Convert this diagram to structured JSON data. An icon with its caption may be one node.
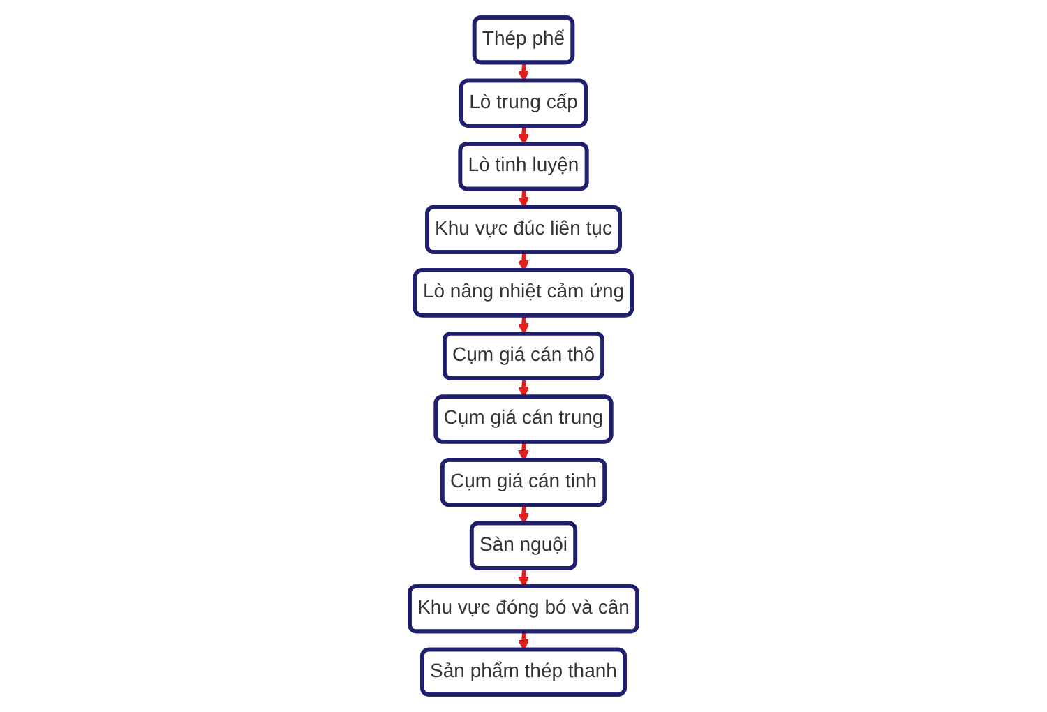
{
  "diagram": {
    "nodes": [
      {
        "text": [
          "Lò tinh luyện"
        ]
      },
      {
        "text": [
          "Lò trung cấp"
        ]
      },
      {
        "text": [
          "Thép phế"
        ]
      },
      {
        "text": [
          "Khu vực đúc liên tục"
        ]
      },
      {
        "text": [
          "Lò nâng nhiệt cảm ứng"
        ]
      },
      {
        "text": [
          "Cụm giá cán thô"
        ]
      },
      {
        "text": [
          "Cụm giá cán trung"
        ]
      },
      {
        "text": [
          "Cụm giá cán tinh"
        ]
      },
      {
        "text": [
          "Sàn nguội"
        ]
      },
      {
        "text": [
          "Sản phẩm thép thanh"
        ]
      },
      {
        "text": [
          "Khu vực đóng bó và cân"
        ]
      }
    ],
    "edges": [
      {
        "from": 2,
        "to": 1,
        "arrow": "to"
      },
      {
        "from": 1,
        "to": 0,
        "arrow": "to"
      },
      {
        "from": 0,
        "to": 3,
        "arrow": "to"
      },
      {
        "from": 3,
        "to": 4,
        "arrow": "to"
      },
      {
        "from": 4,
        "to": 5,
        "arrow": "to"
      },
      {
        "from": 5,
        "to": 6,
        "arrow": "to"
      },
      {
        "from": 6,
        "to": 7,
        "arrow": "to"
      },
      {
        "from": 7,
        "to": 8,
        "arrow": "to"
      },
      {
        "from": 8,
        "to": 10,
        "arrow": "to"
      },
      {
        "from": 10,
        "to": 9,
        "arrow": "to"
      }
    ]
  }
}
